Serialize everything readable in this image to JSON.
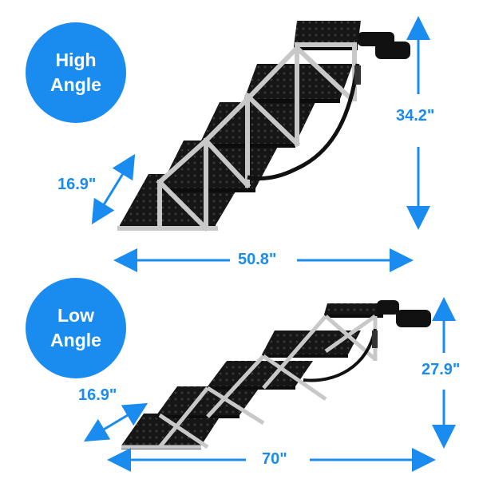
{
  "colors": {
    "accent": "#1a8cf0",
    "step": "#1a1a1a",
    "frame": "#c8c8c8",
    "text": "#1a8cf0"
  },
  "high_angle": {
    "label_line1": "High",
    "label_line2": "Angle",
    "depth": "16.9\"",
    "length": "50.8\"",
    "height": "34.2\""
  },
  "low_angle": {
    "label_line1": "Low",
    "label_line2": "Angle",
    "depth": "16.9\"",
    "length": "70\"",
    "height": "27.9\""
  }
}
